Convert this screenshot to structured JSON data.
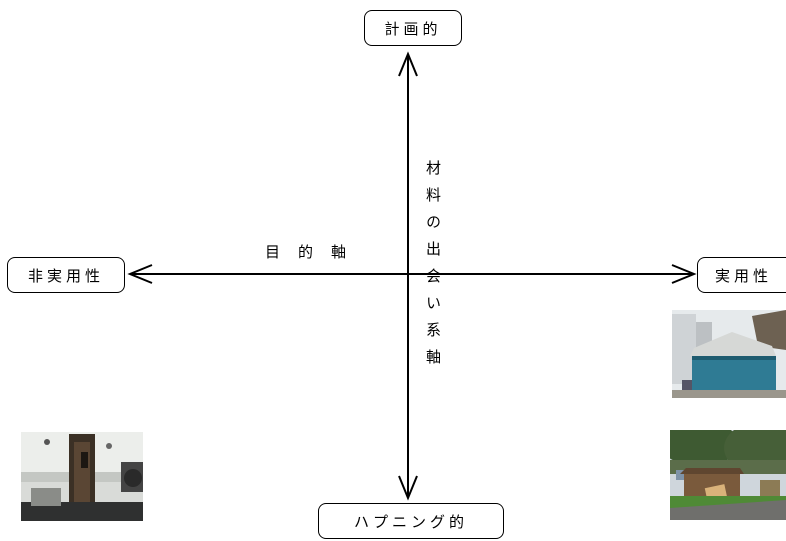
{
  "diagram": {
    "axis_labels": {
      "top": "計画的",
      "bottom": "ハプニング的",
      "left": "非実用性",
      "right": "実用性"
    },
    "axis_titles": {
      "horizontal": "目的軸",
      "vertical": "材料の出会い系軸"
    }
  },
  "colors": {
    "line": "#000000",
    "background": "#ffffff"
  }
}
